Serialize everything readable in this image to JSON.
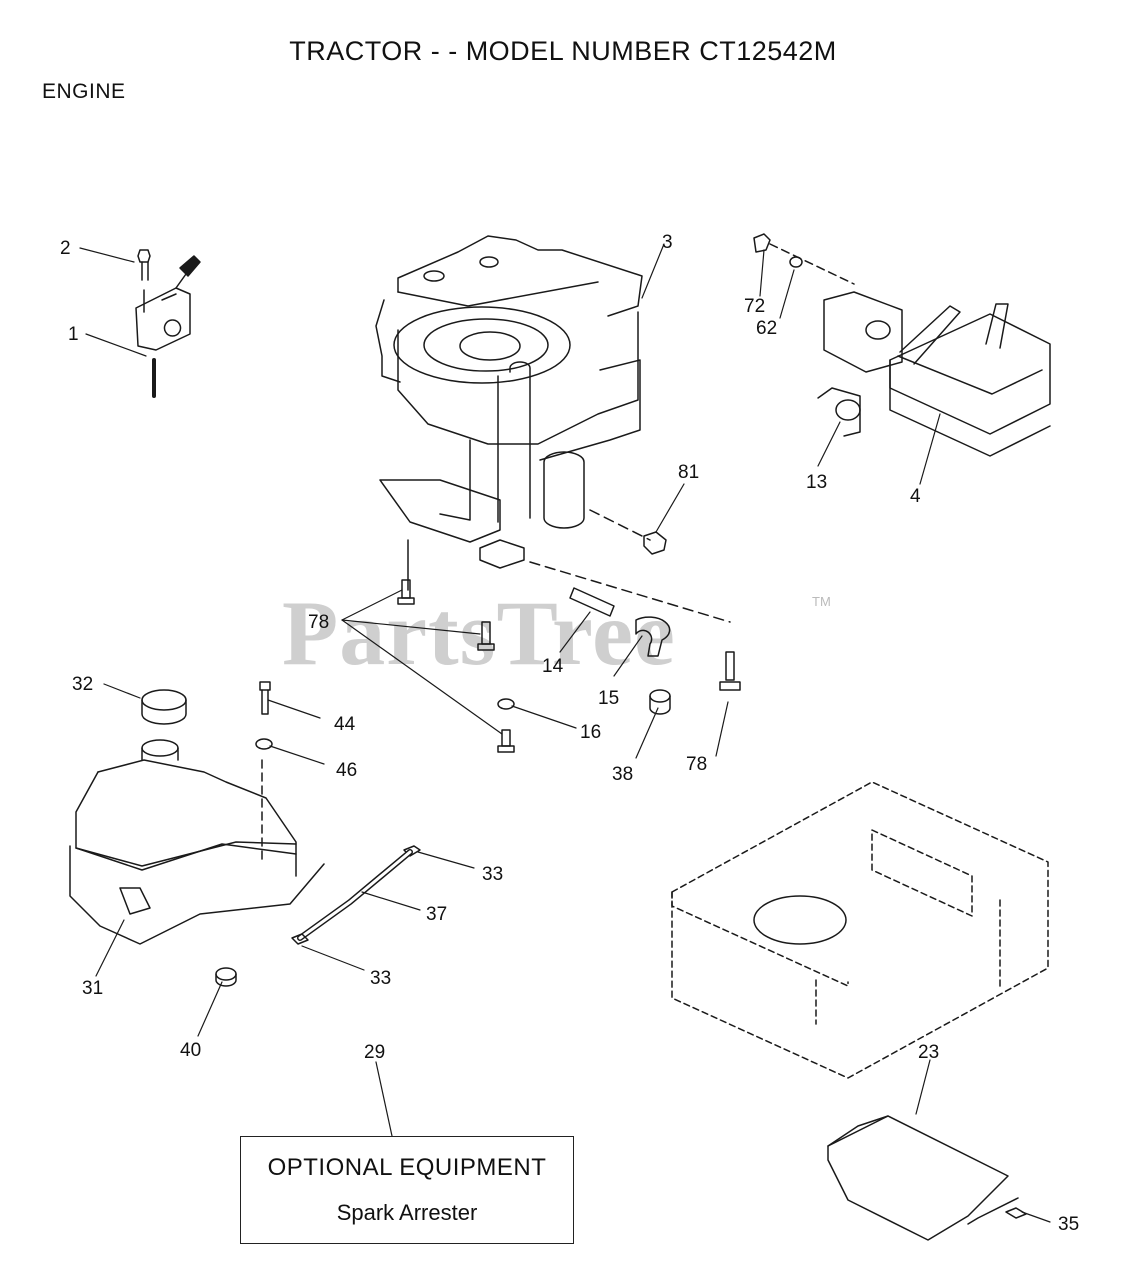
{
  "header": {
    "title": "TRACTOR - - MODEL NUMBER CT12542M",
    "section": "ENGINE"
  },
  "watermark": {
    "text": "PartsTree",
    "tm": "TM"
  },
  "optional_box": {
    "title": "OPTIONAL EQUIPMENT",
    "item": "Spark Arrester"
  },
  "callouts": [
    {
      "id": "c2",
      "label": "2"
    },
    {
      "id": "c1",
      "label": "1"
    },
    {
      "id": "c3",
      "label": "3"
    },
    {
      "id": "c72",
      "label": "72"
    },
    {
      "id": "c62",
      "label": "62"
    },
    {
      "id": "c13",
      "label": "13"
    },
    {
      "id": "c4",
      "label": "4"
    },
    {
      "id": "c81",
      "label": "81"
    },
    {
      "id": "c78a",
      "label": "78"
    },
    {
      "id": "c14",
      "label": "14"
    },
    {
      "id": "c15",
      "label": "15"
    },
    {
      "id": "c32",
      "label": "32"
    },
    {
      "id": "c44",
      "label": "44"
    },
    {
      "id": "c16",
      "label": "16"
    },
    {
      "id": "c46",
      "label": "46"
    },
    {
      "id": "c38",
      "label": "38"
    },
    {
      "id": "c78b",
      "label": "78"
    },
    {
      "id": "c33a",
      "label": "33"
    },
    {
      "id": "c37",
      "label": "37"
    },
    {
      "id": "c31",
      "label": "31"
    },
    {
      "id": "c33b",
      "label": "33"
    },
    {
      "id": "c40",
      "label": "40"
    },
    {
      "id": "c29",
      "label": "29"
    },
    {
      "id": "c23",
      "label": "23"
    },
    {
      "id": "c35",
      "label": "35"
    }
  ]
}
